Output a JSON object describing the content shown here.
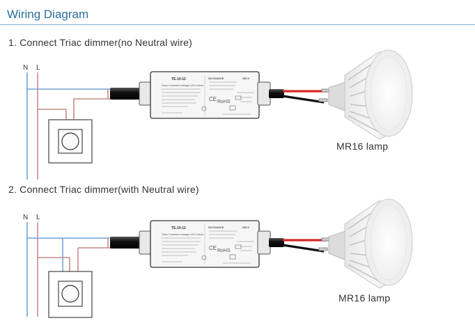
{
  "title": "Wiring Diagram",
  "sections": [
    {
      "heading": "1. Connect Triac dimmer(no Neutral wire)",
      "n_label": "N",
      "l_label": "L",
      "lamp_label": "MR16 lamp",
      "driver": {
        "model": "TE-10-12",
        "brand": "SKYDANCE",
        "brand_right": "SELV",
        "desc": "Triac Constant voltage LED Driver",
        "marks": "CE",
        "rohs": "RoHS"
      }
    },
    {
      "heading": "2. Connect Triac dimmer(with Neutral wire)",
      "n_label": "N",
      "l_label": "L",
      "lamp_label": "MR16 lamp",
      "driver": {
        "model": "TE-10-12",
        "brand": "SKYDANCE",
        "brand_right": "SELV",
        "desc": "Triac Constant voltage LED Driver",
        "marks": "CE",
        "rohs": "RoHS"
      }
    }
  ],
  "colors": {
    "title": "#2a6f9e",
    "neutral_wire": "#6fa3d6",
    "live_wire": "#c98a8a",
    "red_wire": "#d62828",
    "cable": "#1a1a1a"
  }
}
